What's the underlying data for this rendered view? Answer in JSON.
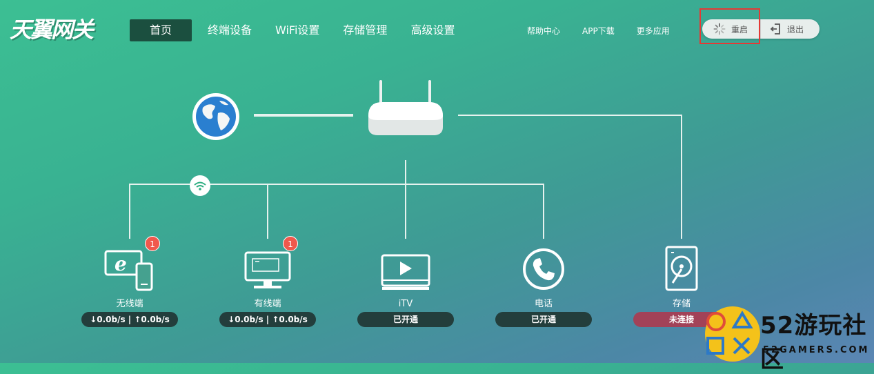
{
  "brand": {
    "logo_text": "天翼网关"
  },
  "nav": {
    "items": [
      "首页",
      "终端设备",
      "WiFi设置",
      "存储管理",
      "高级设置"
    ],
    "active_index": 0
  },
  "links": {
    "help": "帮助中心",
    "app": "APP下载",
    "more": "更多应用"
  },
  "actions": {
    "reboot": "重启",
    "exit": "退出"
  },
  "devices": {
    "wireless": {
      "label": "无线端",
      "status": "↓0.0b/s | ↑0.0b/s",
      "badge": "1"
    },
    "wired": {
      "label": "有线端",
      "status": "↓0.0b/s | ↑0.0b/s",
      "badge": "1"
    },
    "itv": {
      "label": "iTV",
      "status": "已开通"
    },
    "phone": {
      "label": "电话",
      "status": "已开通"
    },
    "storage": {
      "label": "存储",
      "status": "未连接"
    }
  },
  "watermark": {
    "cn": "52游玩社区",
    "en": "52GAMERS.COM"
  },
  "colors": {
    "active_nav": "#1b4f3f",
    "pill": "#233e3c",
    "pill_disconnected": "#a24258",
    "badge": "#f0584c",
    "highlight": "#e53935"
  }
}
